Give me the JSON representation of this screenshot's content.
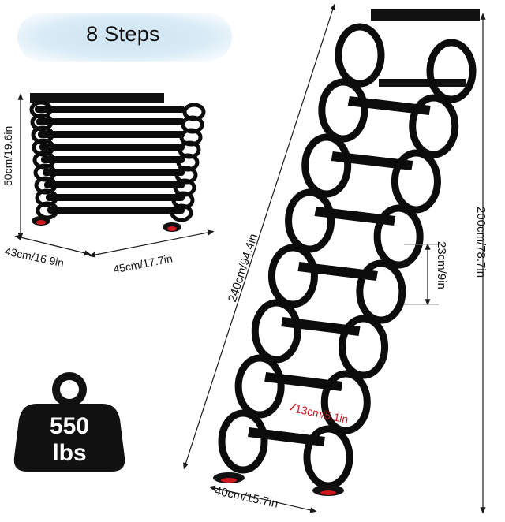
{
  "badge": {
    "steps": "8 Steps"
  },
  "folded": {
    "height": "50cm/19.6in",
    "depth": "43cm/16.9in",
    "width": "45cm/17.7in"
  },
  "ladder": {
    "length": "240cm/94.4in",
    "height": "200cm/78.7in",
    "step_spacing": "23cm/9in",
    "tread_depth": "13cm/5.1in",
    "width": "40cm/15.7in"
  },
  "weight": {
    "value": "550",
    "unit": "lbs"
  },
  "colors": {
    "ladder": "#0c0c0c",
    "badge": "#d4e8f4",
    "accent": "#d0191f",
    "line": "#1a1a1a"
  }
}
